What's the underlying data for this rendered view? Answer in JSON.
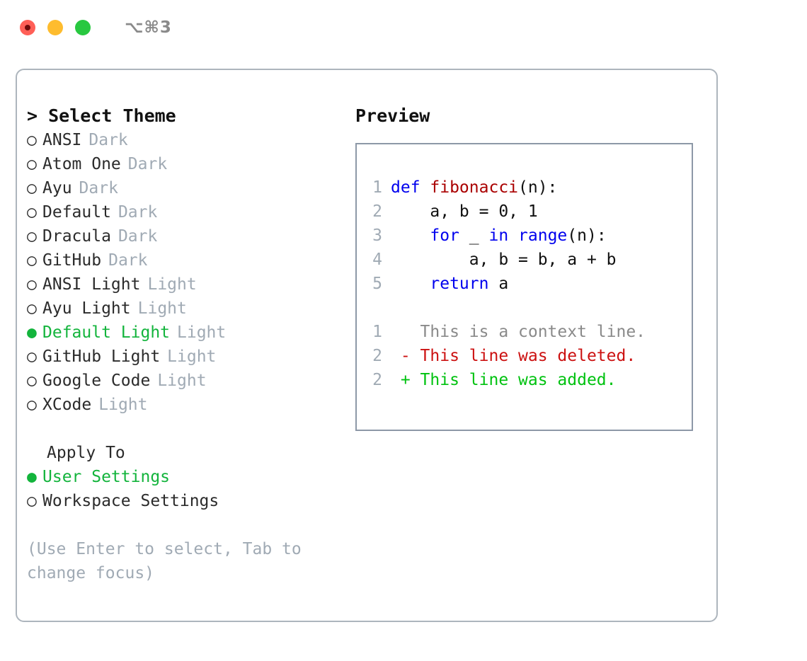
{
  "titlebar": {
    "traffic_lights": [
      {
        "name": "close",
        "color": "#ff5f57"
      },
      {
        "name": "minimize",
        "color": "#febc2e"
      },
      {
        "name": "maximize",
        "color": "#28c840"
      }
    ],
    "shortcut": "⌥⌘3"
  },
  "colors": {
    "accent_green": "#13b43c",
    "muted_grey": "#a0aab4",
    "panel_border": "#adb5bd",
    "preview_border": "#8d98a7",
    "keyword_blue": "#0000ee",
    "function_red": "#aa0000",
    "diff_deleted": "#cc1111",
    "diff_added": "#00c210",
    "text": "#2b2b2b"
  },
  "theme_picker": {
    "header": "> Select Theme",
    "bullet_selected": "●",
    "bullet_unselected": "○",
    "items": [
      {
        "label": "ANSI",
        "category": "Dark",
        "selected": false
      },
      {
        "label": "Atom One",
        "category": "Dark",
        "selected": false
      },
      {
        "label": "Ayu",
        "category": "Dark",
        "selected": false
      },
      {
        "label": "Default",
        "category": "Dark",
        "selected": false
      },
      {
        "label": "Dracula",
        "category": "Dark",
        "selected": false
      },
      {
        "label": "GitHub",
        "category": "Dark",
        "selected": false
      },
      {
        "label": "ANSI Light",
        "category": "Light",
        "selected": false
      },
      {
        "label": "Ayu Light",
        "category": "Light",
        "selected": false
      },
      {
        "label": "Default Light",
        "category": "Light",
        "selected": true
      },
      {
        "label": "GitHub Light",
        "category": "Light",
        "selected": false
      },
      {
        "label": "Google Code",
        "category": "Light",
        "selected": false
      },
      {
        "label": "XCode",
        "category": "Light",
        "selected": false
      }
    ]
  },
  "apply_to": {
    "title": "Apply To",
    "items": [
      {
        "label": "User Settings",
        "selected": true
      },
      {
        "label": "Workspace Settings",
        "selected": false
      }
    ]
  },
  "hint": "(Use Enter to select, Tab to change focus)",
  "preview": {
    "title": "Preview",
    "code_lines": [
      {
        "number": "1",
        "tokens": [
          {
            "text": "def ",
            "style": "kw"
          },
          {
            "text": "fibonacci",
            "style": "fn"
          },
          {
            "text": "(n):",
            "style": "plain"
          }
        ]
      },
      {
        "number": "2",
        "tokens": [
          {
            "text": "    a, b = 0, 1",
            "style": "plain"
          }
        ]
      },
      {
        "number": "3",
        "tokens": [
          {
            "text": "    ",
            "style": "plain"
          },
          {
            "text": "for",
            "style": "kw"
          },
          {
            "text": " _ ",
            "style": "plain"
          },
          {
            "text": "in",
            "style": "kw"
          },
          {
            "text": " ",
            "style": "plain"
          },
          {
            "text": "range",
            "style": "kw"
          },
          {
            "text": "(n):",
            "style": "plain"
          }
        ]
      },
      {
        "number": "4",
        "tokens": [
          {
            "text": "        a, b = b, a + b",
            "style": "plain"
          }
        ]
      },
      {
        "number": "5",
        "tokens": [
          {
            "text": "    ",
            "style": "plain"
          },
          {
            "text": "return",
            "style": "kw"
          },
          {
            "text": " a",
            "style": "plain"
          }
        ]
      }
    ],
    "diff_lines": [
      {
        "number": "1",
        "tokens": [
          {
            "text": "   This is a context line.",
            "style": "ctx"
          }
        ]
      },
      {
        "number": "2",
        "tokens": [
          {
            "text": " - This line was deleted.",
            "style": "del"
          }
        ]
      },
      {
        "number": "2",
        "tokens": [
          {
            "text": " + This line was added.",
            "style": "add"
          }
        ]
      }
    ]
  }
}
